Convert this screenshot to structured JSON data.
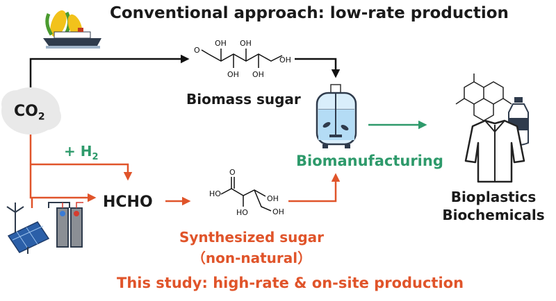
{
  "titles": {
    "conventional": "Conventional approach: low-rate production",
    "this_study": "This study: high-rate & on-site production"
  },
  "nodes": {
    "co2_base": "CO",
    "co2_sub": "2",
    "h2_base": "+ H",
    "h2_sub": "2",
    "hcho": "HCHO",
    "biomass_sugar": "Biomass sugar",
    "synthesized_sugar": "Synthesized sugar",
    "non_natural": "（non-natural）",
    "biomanufacturing": "Biomanufacturing",
    "bioplastics": "Bioplastics",
    "biochemicals": "Biochemicals"
  },
  "structure_labels": {
    "oh": "OH",
    "o": "O",
    "ho": "HO"
  },
  "colors": {
    "conventional_arrow": "#111111",
    "study_arrow": "#e0542a",
    "bio_arrow": "#2e9a6b"
  }
}
